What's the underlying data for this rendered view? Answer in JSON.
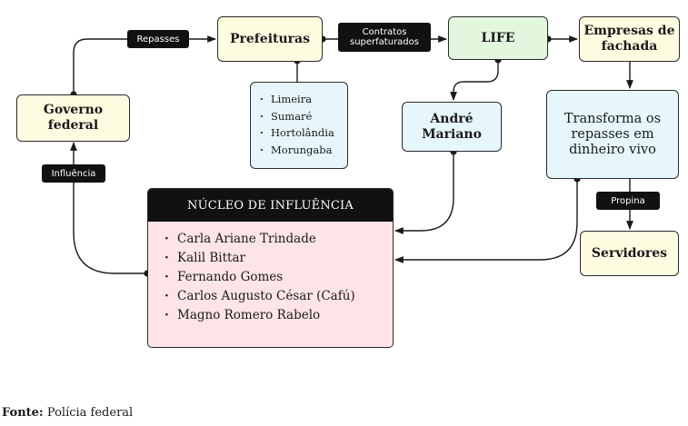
{
  "nodes": {
    "governo": "Governo\nfederal",
    "prefeituras": "Prefeituras",
    "life": "LIFE",
    "empresas": "Empresas de\nfachada",
    "andre": "André\nMariano",
    "transforma": "Transforma os\nrepasses em\ndinheiro vivo",
    "servidores": "Servidores"
  },
  "cities": [
    "Limeira",
    "Sumaré",
    "Hortolândia",
    "Morungaba"
  ],
  "labels": {
    "repasses": "Repasses",
    "contratos": "Contratos\nsuperfaturados",
    "influencia": "Influência",
    "propina": "Propina"
  },
  "nucleo": {
    "title": "NÚCLEO DE INFLUÊNCIA",
    "members": [
      "Carla Ariane Trindade",
      "Kalil Bittar",
      "Fernando Gomes",
      "Carlos Augusto César (Cafú)",
      "Magno Romero Rabelo"
    ]
  },
  "source": {
    "label": "Fonte:",
    "text": "Polícia federal"
  }
}
